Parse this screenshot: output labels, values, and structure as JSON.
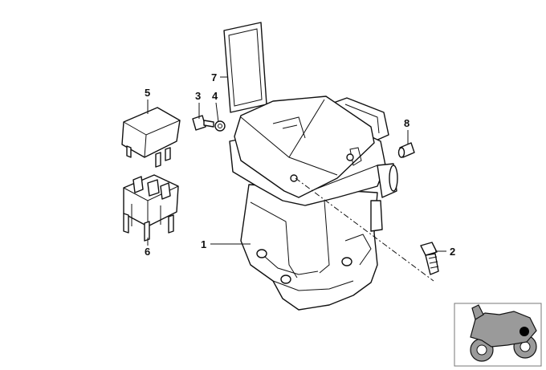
{
  "callouts": {
    "c1": "1",
    "c2": "2",
    "c3": "3",
    "c4": "4",
    "c5": "5",
    "c6": "6",
    "c7": "7",
    "c8": "8"
  },
  "icons": {
    "thumbnail": "motorcycle-silhouette-icon"
  }
}
